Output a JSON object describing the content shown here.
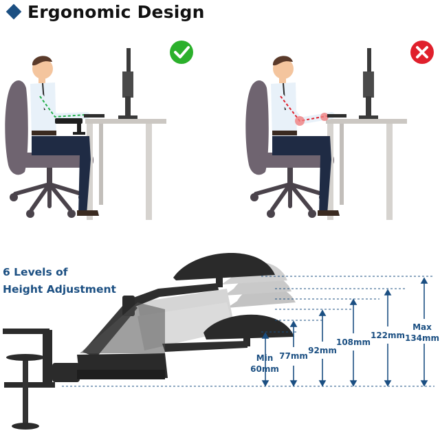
{
  "header": {
    "title": "Ergonomic Design"
  },
  "comparison": {
    "good": {
      "badge_icon": "check-icon",
      "color": "#2bb02b"
    },
    "bad": {
      "badge_icon": "x-icon",
      "color": "#e0202c"
    }
  },
  "adjustment": {
    "heading_line1": "6 Levels of",
    "heading_line2": "Height Adjustment",
    "accent_color": "#1b4f82",
    "measurements": [
      {
        "line1": "Min",
        "line2": "60mm"
      },
      {
        "line1": "77mm",
        "line2": ""
      },
      {
        "line1": "92mm",
        "line2": ""
      },
      {
        "line1": "108mm",
        "line2": ""
      },
      {
        "line1": "122mm",
        "line2": ""
      },
      {
        "line1": "Max",
        "line2": "134mm"
      }
    ]
  }
}
